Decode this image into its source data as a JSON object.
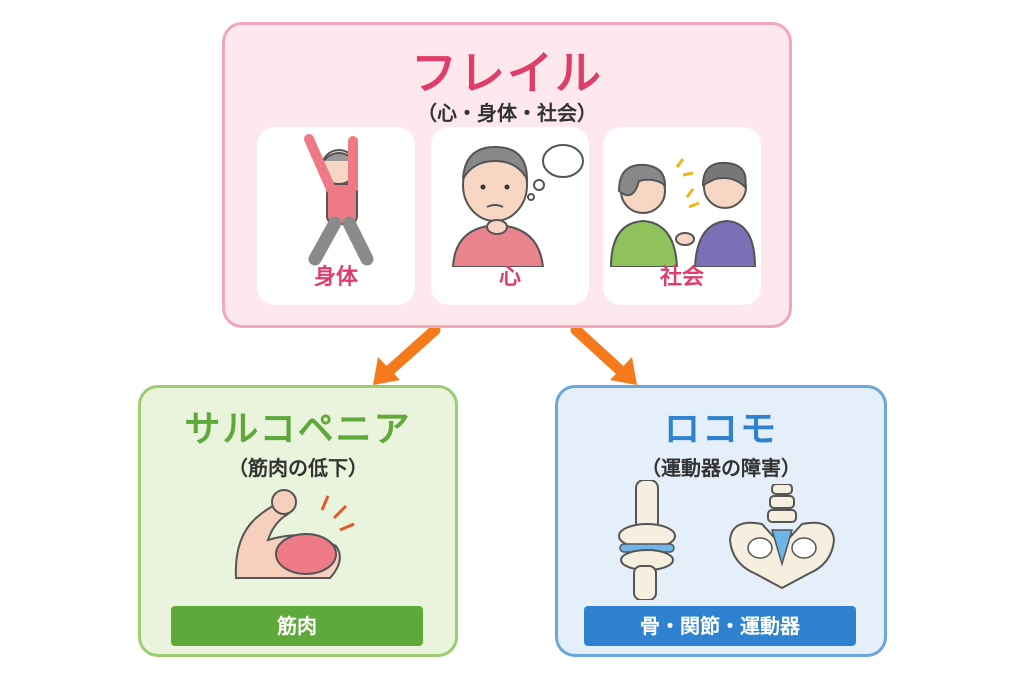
{
  "colors": {
    "frail": "#e03e6a",
    "sarco": "#5fa83a",
    "locomo": "#2f82cf",
    "arrow": "#f47a1c"
  },
  "frailty": {
    "title": "フレイル",
    "subtitle": "（心・身体・社会）",
    "cards": [
      {
        "icon": "stretching-person-icon",
        "label": "身体"
      },
      {
        "icon": "thinking-person-icon",
        "label": "心"
      },
      {
        "icon": "conversation-people-icon",
        "label": "社会"
      }
    ]
  },
  "sarcopenia": {
    "title": "サルコペニア",
    "subtitle": "（筋肉の低下）",
    "icon": "flexed-arm-icon",
    "label": "筋肉"
  },
  "locomo": {
    "title": "ロコモ",
    "subtitle": "（運動器の障害）",
    "icons": [
      "knee-joint-icon",
      "pelvis-spine-icon"
    ],
    "label": "骨・関節・運動器"
  }
}
